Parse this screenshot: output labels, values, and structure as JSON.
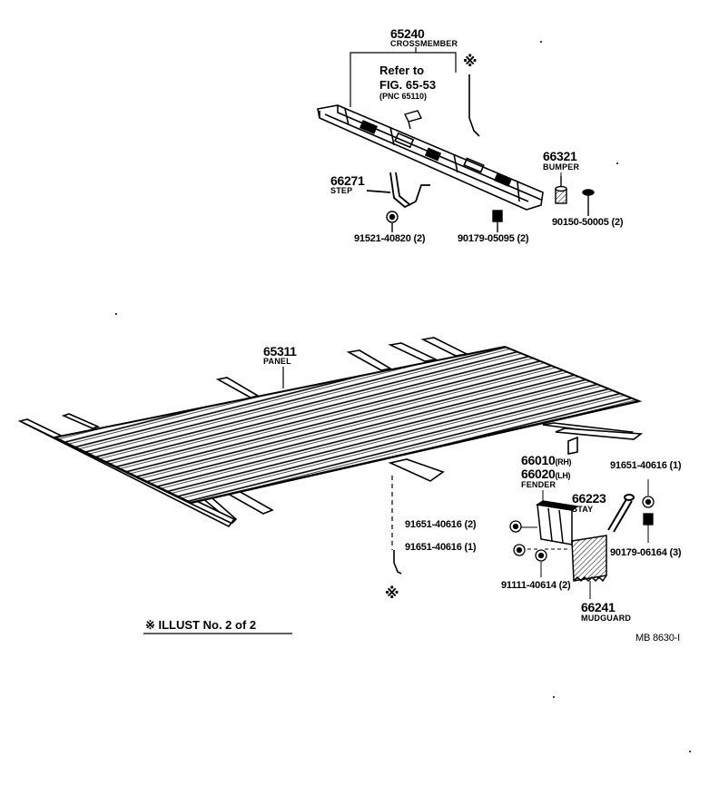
{
  "parts": {
    "crossmember": {
      "number": "65240",
      "name": "CROSSMEMBER"
    },
    "refer": {
      "line1": "Refer to",
      "line2": "FIG. 65-53",
      "line3": "(PNC 65110)"
    },
    "bumper": {
      "number": "66321",
      "name": "BUMPER"
    },
    "step": {
      "number": "66271",
      "name": "STEP"
    },
    "panel": {
      "number": "65311",
      "name": "PANEL"
    },
    "fender": {
      "rh": "66010",
      "rh_suffix": "(RH)",
      "lh": "66020",
      "lh_suffix": "(LH)",
      "name": "FENDER"
    },
    "stay": {
      "number": "66223",
      "name": "STAY"
    },
    "mudguard": {
      "number": "66241",
      "name": "MUDGUARD"
    }
  },
  "fasteners": {
    "f1": "91521-40820 (2)",
    "f2": "90179-05095 (2)",
    "f3": "90150-50005 (2)",
    "f4": "91651-40616 (1)",
    "f5": "91651-40616 (2)",
    "f6": "91651-40616 (1)",
    "f7": "90179-06164 (3)",
    "f8": "91111-40614 (2)"
  },
  "illust": "※ ILLUST No. 2 of 2",
  "asterisk": "※",
  "code": "MB  8630-I"
}
